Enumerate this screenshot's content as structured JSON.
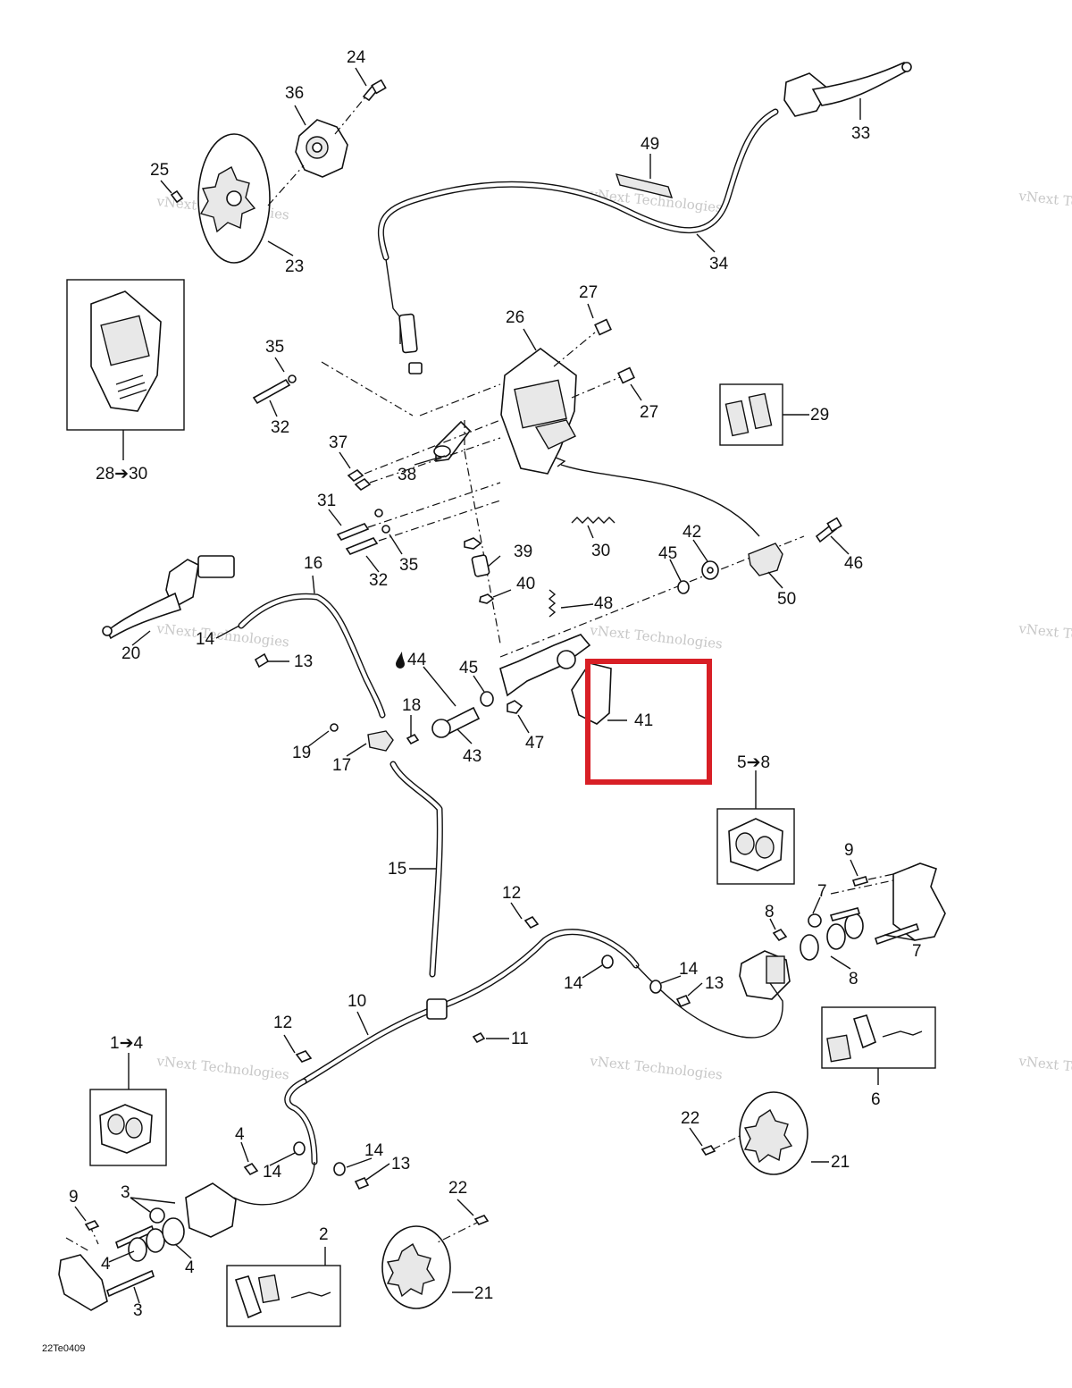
{
  "diagram_code": "22Te0409",
  "watermark": "vNext Technologies",
  "highlight": {
    "label": "41",
    "color": "#d81f26"
  },
  "colors": {
    "line": "#111111",
    "background": "#ffffff",
    "watermark": "#9a9a9a"
  },
  "callouts": {
    "c24": "24",
    "c36": "36",
    "c25": "25",
    "c23": "23",
    "c49": "49",
    "c33": "33",
    "c34": "34",
    "c27a": "27",
    "c26": "26",
    "c27b": "27",
    "c35a": "35",
    "c32a": "32",
    "c28_30": "28➔30",
    "c29": "29",
    "c37": "37",
    "c38": "38",
    "c31": "31",
    "c30": "30",
    "c42": "42",
    "c45a": "45",
    "c46": "46",
    "c32b": "32",
    "c35b": "35",
    "c39": "39",
    "c40": "40",
    "c16": "16",
    "c48": "48",
    "c50": "50",
    "c20": "20",
    "c14a": "14",
    "c13a": "13",
    "c44": "44",
    "c45b": "45",
    "c41": "41",
    "c18": "18",
    "c19": "19",
    "c17": "17",
    "c43": "43",
    "c47": "47",
    "c5_8": "5➔8",
    "c9a": "9",
    "c7a": "7",
    "c8a": "8",
    "c7b": "7",
    "c8b": "8",
    "c15": "15",
    "c12a": "12",
    "c14b": "14",
    "c14c": "14",
    "c13b": "13",
    "c10": "10",
    "c12b": "12",
    "c11": "11",
    "c6": "6",
    "c1_4": "1➔4",
    "c22a": "22",
    "c21a": "21",
    "c4a": "4",
    "c14d": "14",
    "c14e": "14",
    "c13c": "13",
    "c9b": "9",
    "c3a": "3",
    "c4b": "4",
    "c4c": "4",
    "c3b": "3",
    "c22b": "22",
    "c2": "2",
    "c21b": "21"
  }
}
